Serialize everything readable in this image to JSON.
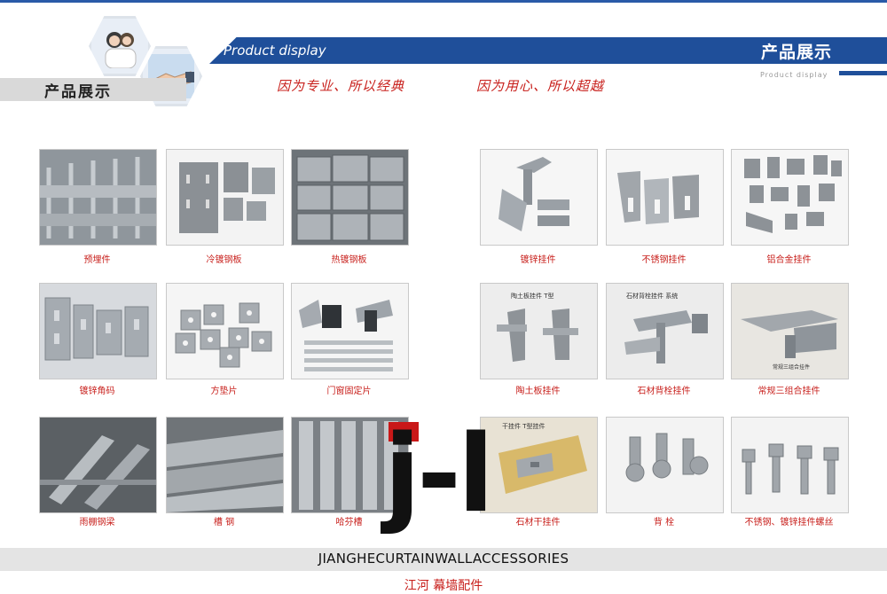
{
  "header": {
    "left_title": "产品展示",
    "bar_text": "Product  display",
    "right_title": "产品展示",
    "right_subtitle": "Product  display",
    "slogan_1": "因为专业、所以经典",
    "slogan_2": "因为用心、所以超越"
  },
  "colors": {
    "brand_blue": "#1f4f9a",
    "caption_red": "#c8201c",
    "logo_red": "#c91818"
  },
  "products": [
    {
      "label": "预埋件",
      "icon": "embedded-plate-icon"
    },
    {
      "label": "冷镀钢板",
      "icon": "steel-plate-icon"
    },
    {
      "label": "热镀钢板",
      "icon": "steel-plate-stack-icon"
    },
    {
      "label": "镀锌挂件",
      "icon": "galvanized-hanger-icon"
    },
    {
      "label": "不锈钢挂件",
      "icon": "stainless-hanger-icon"
    },
    {
      "label": "铝合金挂件",
      "icon": "aluminum-hanger-icon"
    },
    {
      "label": "镀锌角码",
      "icon": "angle-bracket-icon"
    },
    {
      "label": "方垫片",
      "icon": "square-washer-icon"
    },
    {
      "label": "门窗固定片",
      "icon": "window-fixing-plate-icon"
    },
    {
      "label": "陶土板挂件",
      "icon": "terracotta-hanger-icon",
      "inset": "陶土板挂件 T型"
    },
    {
      "label": "石材背栓挂件",
      "icon": "stone-back-bolt-hanger-icon",
      "inset": "石材背栓挂件 系统"
    },
    {
      "label": "常规三组合挂件",
      "icon": "three-combo-hanger-icon",
      "inset": "常规三组合挂件"
    },
    {
      "label": "雨棚钢梁",
      "icon": "canopy-beam-icon"
    },
    {
      "label": "槽 钢",
      "icon": "channel-steel-icon"
    },
    {
      "label": "哈芬槽",
      "icon": "halfen-channel-icon"
    },
    {
      "label": "石材干挂件",
      "icon": "stone-dry-hanger-icon",
      "inset": "干挂件  T型挂件"
    },
    {
      "label": "背 栓",
      "icon": "back-bolt-icon"
    },
    {
      "label": "不锈钢、镀锌挂件螺丝",
      "icon": "bolt-screw-icon"
    }
  ],
  "logo": {
    "text": "j-l"
  },
  "footer": {
    "english": "JIANGHECURTAINWALLACCESSORIES",
    "chinese": "江河 幕墙配件"
  }
}
